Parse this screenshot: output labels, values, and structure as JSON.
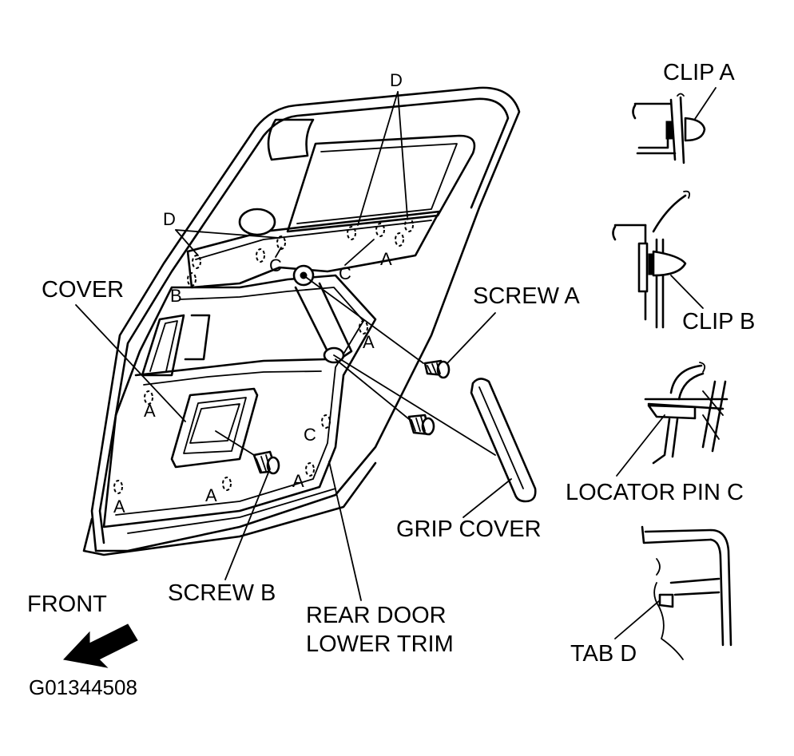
{
  "labels": {
    "clip_a": "CLIP A",
    "clip_b": "CLIP B",
    "screw_a": "SCREW A",
    "screw_b": "SCREW B",
    "cover": "COVER",
    "grip_cover": "GRIP COVER",
    "locator_pin_c": "LOCATOR PIN C",
    "tab_d": "TAB D",
    "rear_door_lower_trim_line1": "REAR DOOR",
    "rear_door_lower_trim_line2": "LOWER TRIM",
    "front": "FRONT",
    "figure_code": "G01344508"
  },
  "callouts": {
    "d": "D",
    "c": "C",
    "b": "B",
    "a": "A"
  },
  "colors": {
    "ink": "#000000",
    "paper": "#ffffff"
  }
}
